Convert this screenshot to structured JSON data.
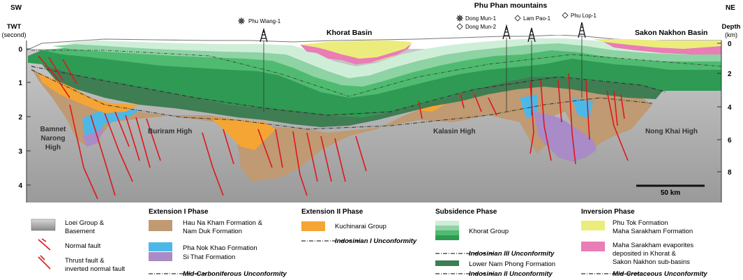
{
  "header": {
    "sw": "SW",
    "ne": "NE",
    "twt_title": "TWT",
    "twt_unit": "(second)",
    "depth_title": "Depth",
    "depth_unit": "(km)",
    "mountains": "Phu Phan mountains"
  },
  "wells": {
    "phu_wiang": "Phu Wiang-1",
    "dong_mun_1": "Dong Mun-1",
    "dong_mun_2": "Dong Mun-2",
    "lam_pao": "Lam Pao-1",
    "phu_lop": "Phu Lop-1"
  },
  "basins": {
    "khorat": "Khorat Basin",
    "sakon": "Sakon Nakhon Basin"
  },
  "highs": {
    "bamnet_1": "Bamnet",
    "bamnet_2": "Narong",
    "bamnet_3": "High",
    "buriram": "Buriram High",
    "kalasin": "Kalasin High",
    "nongkhai": "Nong Khai High"
  },
  "twt_ticks": [
    "0",
    "1",
    "2",
    "3",
    "4"
  ],
  "depth_ticks": [
    "0",
    "2",
    "4",
    "6",
    "8"
  ],
  "scale": "50 km",
  "legend": {
    "loei_1": "Loei Group &",
    "loei_2": "Basement",
    "normal_fault": "Normal fault",
    "thrust_1": "Thrust fault &",
    "thrust_2": "inverted normal fault",
    "ext1_title": "Extension I Phase",
    "haunakham_1": "Hau Na Kham Formation &",
    "haunakham_2": "Nam Duk Formation",
    "phanokkhao": "Pha Nok Khao Formation",
    "sithat": "Si That Formation",
    "mid_carb": "Mid-Carboniferous Unconformity",
    "ext2_title": "Extension II Phase",
    "kuchinarai": "Kuchinarai Group",
    "indo1": "Indosinian I Unconformity",
    "sub_title": "Subsidence Phase",
    "khorat_group": "Khorat Group",
    "indo3": "Indosinian III Unconformity",
    "lower_nam_phong": "Lower Nam Phong Formation",
    "indo2": "Indosinian II Unconformity",
    "inv_title": "Inversion Phase",
    "phutok_1": "Phu Tok Formation",
    "phutok_2": "Maha Sarakham Formation",
    "evap_1": "Maha Sarakham evaporites",
    "evap_2": "deposited in Khorat &",
    "evap_3": "Sakon Nakhon sub-basins",
    "mid_cret": "Mid-Cretaceous Unconformity"
  },
  "colors": {
    "basement_top": "#c9c9c9",
    "basement_bottom": "#8e8e8e",
    "haunakham": "#bf9a72",
    "phanokkhao": "#4db8e8",
    "sithat": "#a98bc7",
    "kuchinarai": "#f5a533",
    "khorat_dark": "#2e9a53",
    "khorat_mid": "#4fbb70",
    "khorat_light": "#8ed3a3",
    "khorat_pale": "#cfeed8",
    "lower_nam_phong": "#3f7d52",
    "phutok": "#ecec7c",
    "evaporite": "#ea7cb6",
    "fault": "#e0161d"
  }
}
